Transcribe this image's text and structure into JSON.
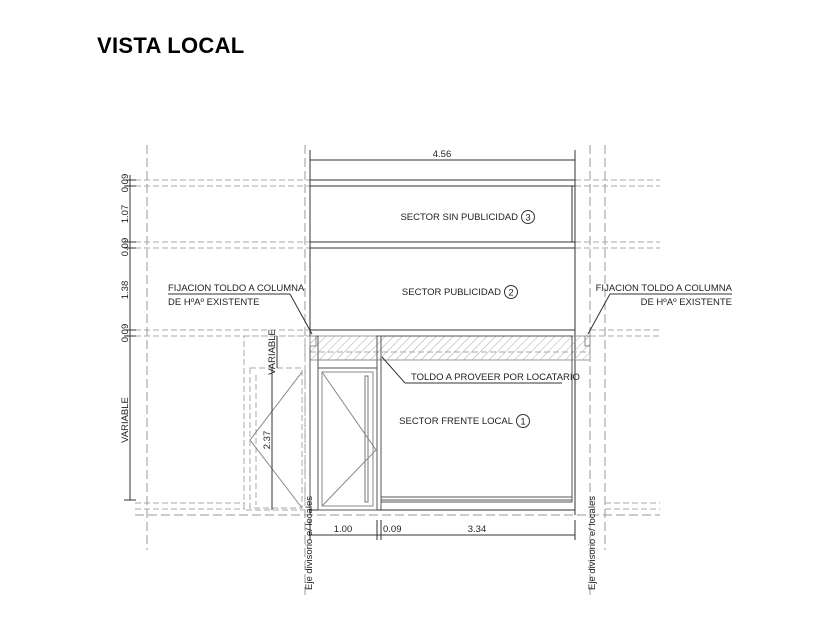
{
  "title": "VISTA LOCAL",
  "dimensions": {
    "top_width": "4.56",
    "left_vertical": [
      "0.09",
      "1.07",
      "0.09",
      "1.38",
      "0.09",
      "VARIABLE"
    ],
    "inner_variable": "VARIABLE",
    "door_height": "2.37",
    "bottom": [
      "1.00",
      "0.09",
      "3.34"
    ]
  },
  "sectors": [
    {
      "label": "SECTOR SIN PUBLICIDAD",
      "number": "3"
    },
    {
      "label": "SECTOR PUBLICIDAD",
      "number": "2"
    },
    {
      "label": "SECTOR FRENTE LOCAL",
      "number": "1"
    }
  ],
  "notes": {
    "left_fixing": [
      "FIJACION TOLDO A COLUMNA",
      "DE HºAº EXISTENTE"
    ],
    "right_fixing": [
      "FIJACION TOLDO A COLUMNA",
      "DE HºAº EXISTENTE"
    ],
    "awning": "TOLDO A PROVEER POR LOCATARIO",
    "axis_left": "Eje divisorio e/ locales",
    "axis_right": "Eje divisorio e/ locales"
  }
}
